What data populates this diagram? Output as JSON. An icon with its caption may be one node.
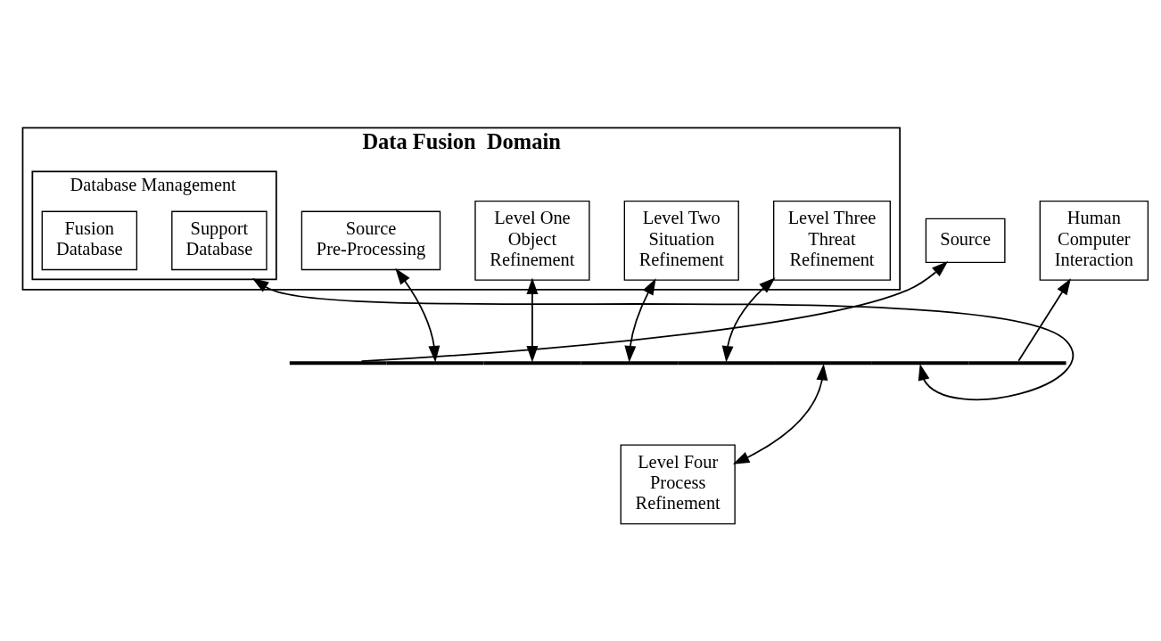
{
  "diagram": {
    "nodes": [
      {
        "text": [
          "Data Fusion  Domain"
        ]
      },
      {
        "text": [
          "Source Pre-Processing"
        ],
        "in": 0
      },
      {
        "text": [
          "Level One Object Refinement"
        ],
        "in": 0
      },
      {
        "text": [
          "Level Two Situation Refinement"
        ],
        "in": 0
      },
      {
        "text": [
          "Level Three Threat Refinement"
        ],
        "in": 0
      },
      {
        "text": [
          "Source"
        ]
      },
      {
        "text": [
          "Human Computer Interaction"
        ]
      },
      {
        "text": [
          "Database Management"
        ],
        "in": 0
      },
      {
        "text": [
          "Support Database"
        ],
        "in": 7
      },
      {
        "text": [
          "Fusion Database"
        ],
        "in": 7
      },
      {
        "text": [
          "Level Four Process Refinement"
        ]
      },
      {
        "text": [],
        "shape": "bar"
      }
    ],
    "edges": [
      {
        "from": 11,
        "to": 5,
        "arrow": "to"
      },
      {
        "from": 11,
        "to": 6,
        "arrow": "to"
      },
      {
        "from": 1,
        "to": 11,
        "arrow": "both"
      },
      {
        "from": 2,
        "to": 11,
        "arrow": "both"
      },
      {
        "from": 3,
        "to": 11,
        "arrow": "both"
      },
      {
        "from": 4,
        "to": 11,
        "arrow": "both"
      },
      {
        "from": 10,
        "to": 11,
        "arrow": "both"
      },
      {
        "from": 7,
        "to": 11,
        "arrow": "both"
      }
    ]
  }
}
